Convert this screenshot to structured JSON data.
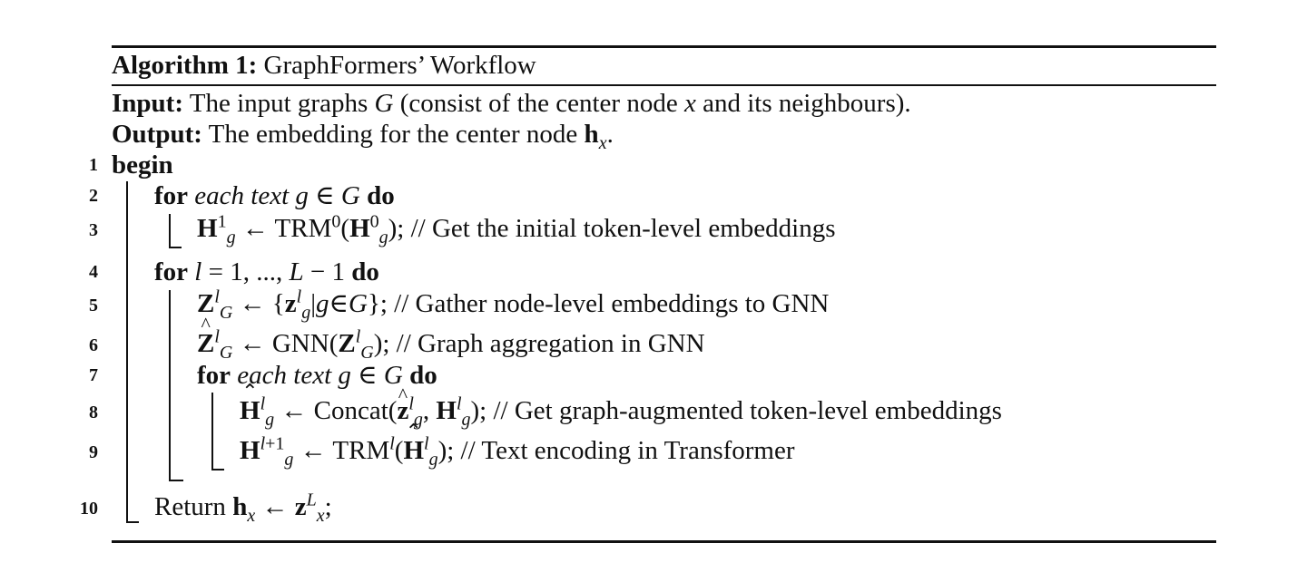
{
  "algorithm": {
    "label": "Algorithm 1:",
    "title": "GraphFormers’ Workflow",
    "input_label": "Input:",
    "input_text": "The input graphs G (consist of the center node x and its neighbours).",
    "output_label": "Output:",
    "output_text": "The embedding for the center node hₓ.",
    "lines": [
      {
        "no": "1",
        "text": "begin"
      },
      {
        "no": "2",
        "text": "for each text g ∈ G do"
      },
      {
        "no": "3",
        "text": "H_g^1 ← TRM^0(H_g^0); // Get the initial token-level embeddings"
      },
      {
        "no": "4",
        "text": "for l = 1, ..., L − 1 do"
      },
      {
        "no": "5",
        "text": "Z_G^l ← {z_g^l|g∈G}; // Gather node-level embeddings to GNN"
      },
      {
        "no": "6",
        "text": "Ẑ_G^l ← GNN(Z_G^l); // Graph aggregation in GNN"
      },
      {
        "no": "7",
        "text": "for each text g ∈ G do"
      },
      {
        "no": "8",
        "text": "Ĥ_g^l ← Concat(ẑ_g^l, H_g^l); // Get graph-augmented token-level embeddings"
      },
      {
        "no": "9",
        "text": "H_g^(l+1) ← TRM^l(Ĥ_g^l); // Text encoding in Transformer"
      },
      {
        "no": "10",
        "text": "Return hₓ ← zₓ^L;"
      }
    ]
  }
}
